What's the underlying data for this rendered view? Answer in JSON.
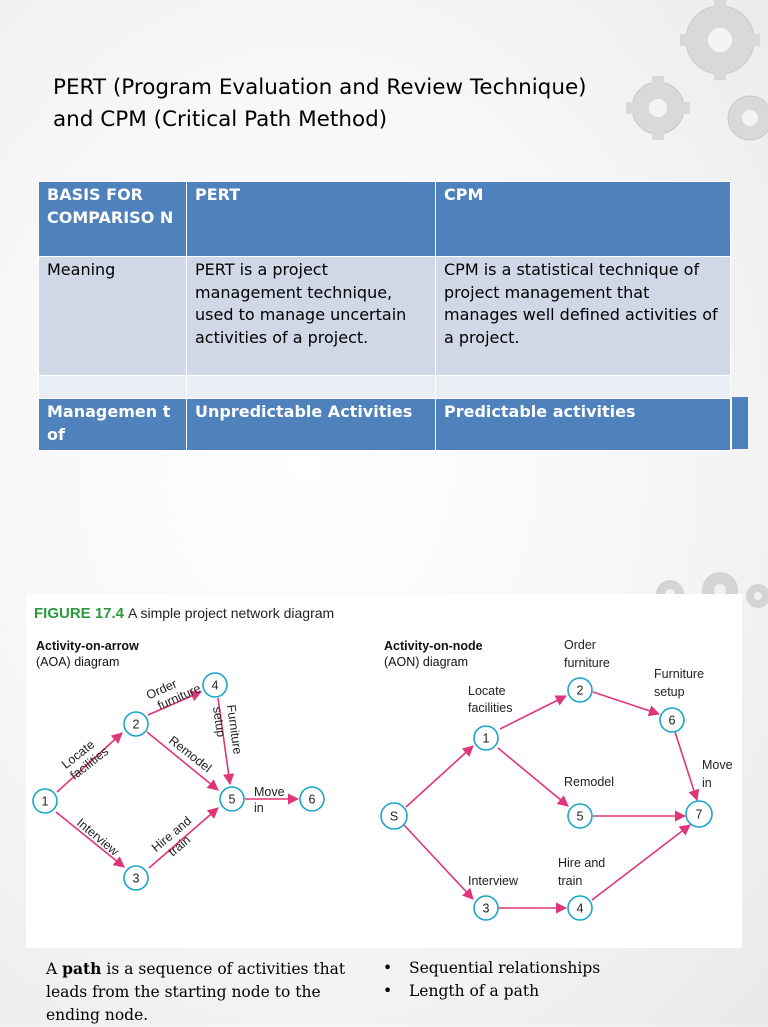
{
  "title": {
    "line1": "PERT (Program Evaluation and Review Technique)",
    "line2": "and CPM (Critical Path Method)"
  },
  "table": {
    "header": [
      "BASIS FOR COMPARISO N",
      "PERT",
      "CPM"
    ],
    "rows": [
      [
        "Meaning",
        "PERT is a project management technique, used to manage uncertain activities of a project.",
        "CPM is a statistical technique of project management that manages well defined activities of a project."
      ],
      [
        "",
        "",
        ""
      ],
      [
        "Managemen t of",
        "Unpredictable Activities",
        "Predictable activities"
      ]
    ]
  },
  "figure": {
    "label": "FIGURE 17.4",
    "caption": "A simple project network diagram",
    "aoa": {
      "title_line1": "Activity-on-arrow",
      "title_line2": "(AOA) diagram",
      "nodes": [
        "1",
        "2",
        "3",
        "4",
        "5",
        "6"
      ],
      "edge_labels": {
        "locate": [
          "Locate",
          "facilities"
        ],
        "order": [
          "Order",
          "furniture"
        ],
        "furniture_setup": [
          "Furniture",
          "setup"
        ],
        "remodel": "Remodel",
        "interview": "Interview",
        "hire": [
          "Hire and",
          "train"
        ],
        "move": [
          "Move",
          "in"
        ]
      }
    },
    "aon": {
      "title_line1": "Activity-on-node",
      "title_line2": "(AON) diagram",
      "nodes": [
        "S",
        "1",
        "2",
        "3",
        "4",
        "5",
        "6",
        "7"
      ],
      "node_labels": {
        "locate": [
          "Locate",
          "facilities"
        ],
        "order": [
          "Order",
          "furniture"
        ],
        "setup": [
          "Furniture",
          "setup"
        ],
        "remodel": "Remodel",
        "move": [
          "Move",
          "in"
        ],
        "interview": "Interview",
        "hire": [
          "Hire and",
          "train"
        ]
      }
    }
  },
  "path_definition": {
    "prefix": "A ",
    "term": "path",
    "rest": " is a sequence of activities that leads from the starting node to the ending node."
  },
  "bullets": {
    "glyph": "•",
    "items": [
      "Sequential relationships",
      "Length of a path"
    ]
  },
  "colors": {
    "table_header": "#4f81bd",
    "table_row": "#d0d8e8",
    "node_stroke": "#1ba6c9",
    "arrow": "#e0357a",
    "figure_label": "#2a9a3c"
  }
}
